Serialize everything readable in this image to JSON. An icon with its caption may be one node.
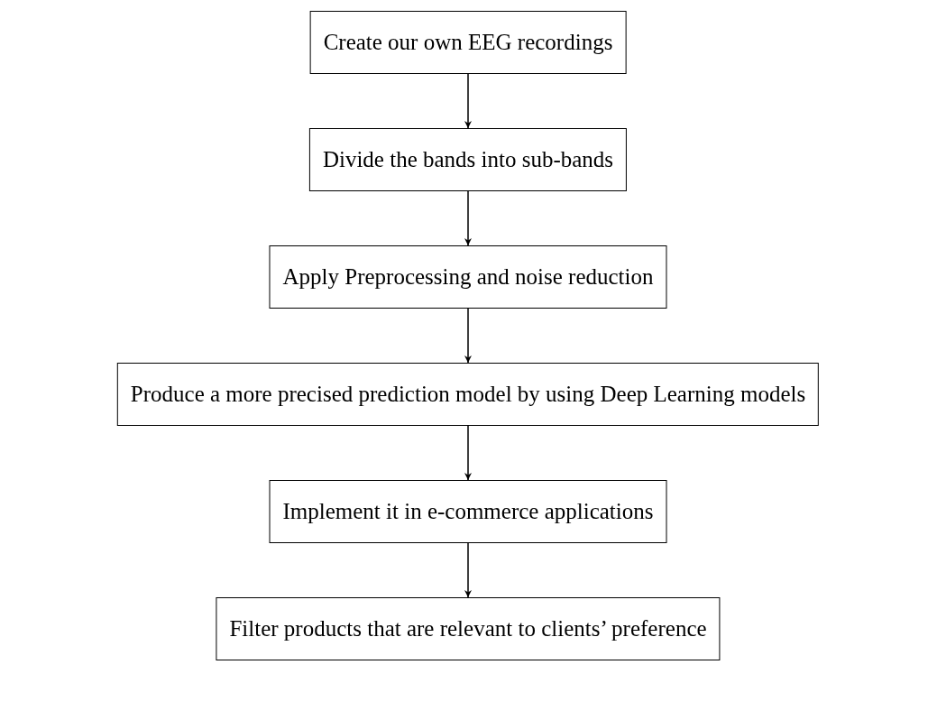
{
  "diagram": {
    "nodes": [
      {
        "text": [
          "Create our own EEG recordings"
        ]
      },
      {
        "text": [
          "Divide the bands into sub-bands"
        ]
      },
      {
        "text": [
          "Apply Preprocessing and noise reduction"
        ]
      },
      {
        "text": [
          "Produce a more precised prediction model by using Deep Learning models"
        ]
      },
      {
        "text": [
          "Implement it in e-commerce applications"
        ]
      },
      {
        "text": [
          "Filter products that are relevant to clients’ preference"
        ]
      }
    ],
    "edges": [
      {
        "from": 0,
        "to": 1,
        "arrow": "to"
      },
      {
        "from": 1,
        "to": 2,
        "arrow": "to"
      },
      {
        "from": 2,
        "to": 3,
        "arrow": "to"
      },
      {
        "from": 3,
        "to": 4,
        "arrow": "to"
      },
      {
        "from": 4,
        "to": 5,
        "arrow": "to"
      }
    ]
  }
}
